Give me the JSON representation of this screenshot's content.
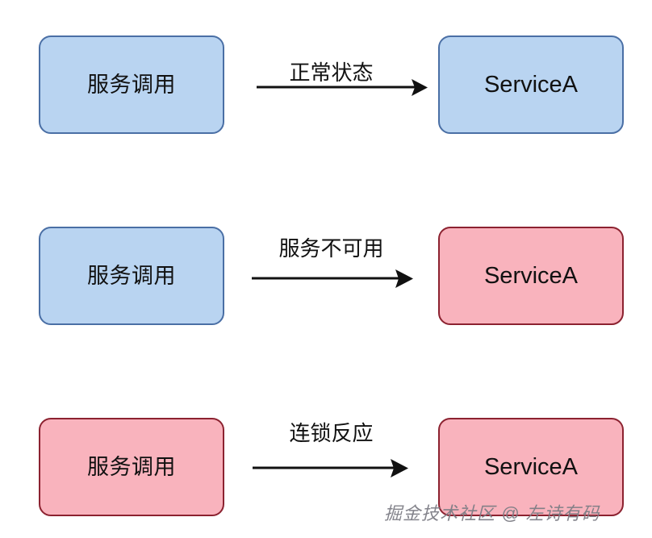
{
  "diagram": {
    "title": "Service call cascading failure diagram",
    "colors": {
      "blue_fill": "#b9d4f1",
      "blue_border": "#4a6fa5",
      "red_fill": "#f9b3bd",
      "red_border": "#8c2230",
      "arrow": "#111111",
      "text": "#111111",
      "watermark": "#7d7d85",
      "background": "#ffffff"
    },
    "rows": [
      {
        "id": "row-normal",
        "source": {
          "label": "服务调用",
          "state": "blue",
          "script": "cjk"
        },
        "arrow": {
          "label": "正常状态",
          "direction": "right"
        },
        "target": {
          "label": "ServiceA",
          "state": "blue",
          "script": "latin"
        }
      },
      {
        "id": "row-unavailable",
        "source": {
          "label": "服务调用",
          "state": "blue",
          "script": "cjk"
        },
        "arrow": {
          "label": "服务不可用",
          "direction": "right"
        },
        "target": {
          "label": "ServiceA",
          "state": "red",
          "script": "latin"
        }
      },
      {
        "id": "row-cascade",
        "source": {
          "label": "服务调用",
          "state": "red",
          "script": "cjk"
        },
        "arrow": {
          "label": "连锁反应",
          "direction": "right"
        },
        "target": {
          "label": "ServiceA",
          "state": "red",
          "script": "latin"
        }
      }
    ]
  },
  "watermark": {
    "text": "掘金技术社区 @ 左诗有码"
  }
}
